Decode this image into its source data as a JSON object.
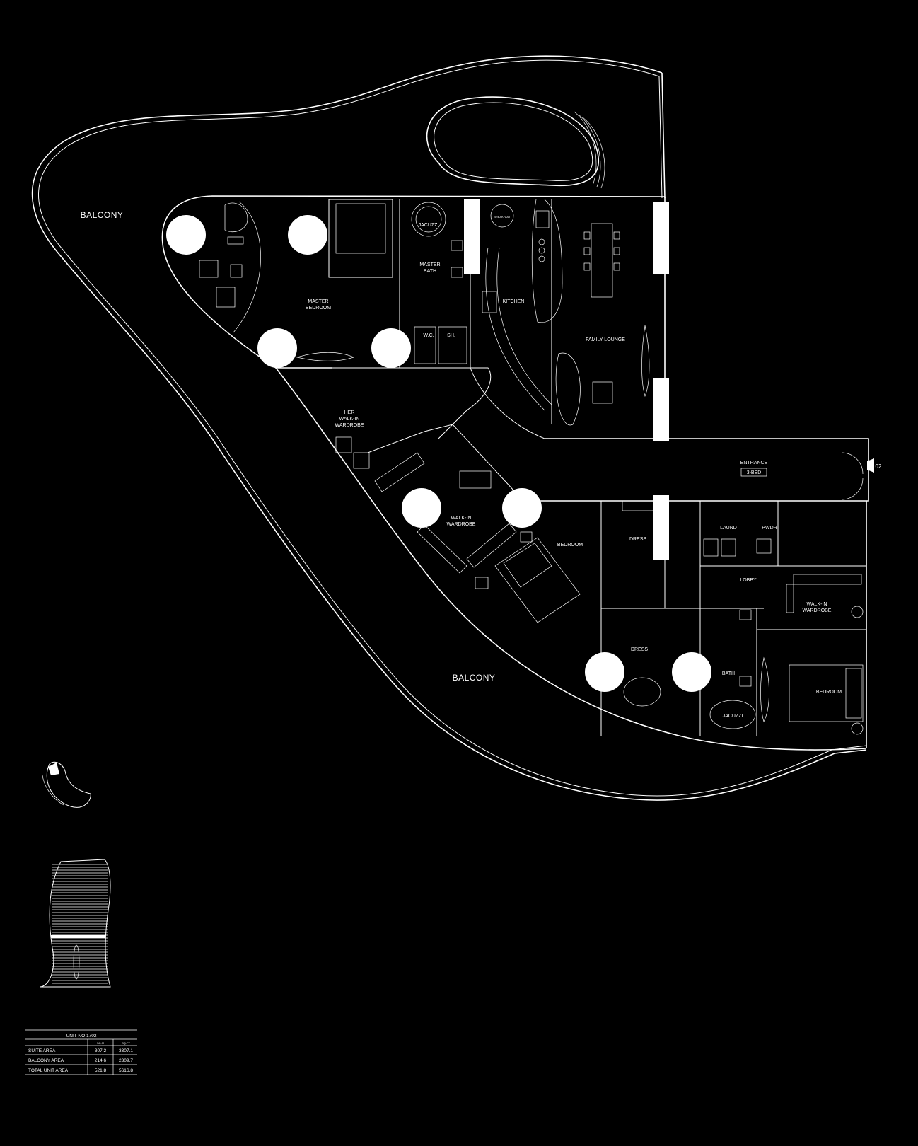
{
  "labels": {
    "balcony_top": "BALCONY",
    "balcony_bottom": "BALCONY",
    "master_bedroom": [
      "MASTER",
      "BEDROOM"
    ],
    "master_bath": [
      "MASTER",
      "BATH"
    ],
    "jacuzzi_master": "JACUZZI",
    "wc": "W.C.",
    "sh": "SH.",
    "kitchen": "KITCHEN",
    "family_lounge": "FAMILY LOUNGE",
    "breakfast": "BREAKFAST",
    "her_wardrobe": [
      "HER",
      "WALK-IN",
      "WARDROBE"
    ],
    "walkin_wardrobe": [
      "WALK-IN",
      "WARDROBE"
    ],
    "entrance": "ENTRANCE",
    "entrance_tag": "3-BED",
    "entrance_ref": "02",
    "bedroom_mid": "BEDROOM",
    "dress_top": "DRESS",
    "laund": "LAUND",
    "pwdr": "PWDR",
    "lobby": "LOBBY",
    "walkin_wardrobe_right": [
      "WALK-IN",
      "WARDROBE"
    ],
    "dress_bottom": "DRESS",
    "bath": "BATH",
    "jacuzzi_bottom": "JACUZZI",
    "bedroom_right": "BEDROOM"
  },
  "area_table": {
    "title": "UNIT NO 1702",
    "units": [
      "SQ.M",
      "SQ.FT"
    ],
    "rows": [
      {
        "name": "SUITE AREA",
        "sqm": "307.2",
        "sqft": "3307.1"
      },
      {
        "name": "BALCONY AREA",
        "sqm": "214.6",
        "sqft": "2309.7"
      },
      {
        "name": "TOTAL UNIT AREA",
        "sqm": "521.8",
        "sqft": "5616.8"
      }
    ]
  },
  "colors": {
    "background": "#000000",
    "linework": "#ffffff"
  }
}
